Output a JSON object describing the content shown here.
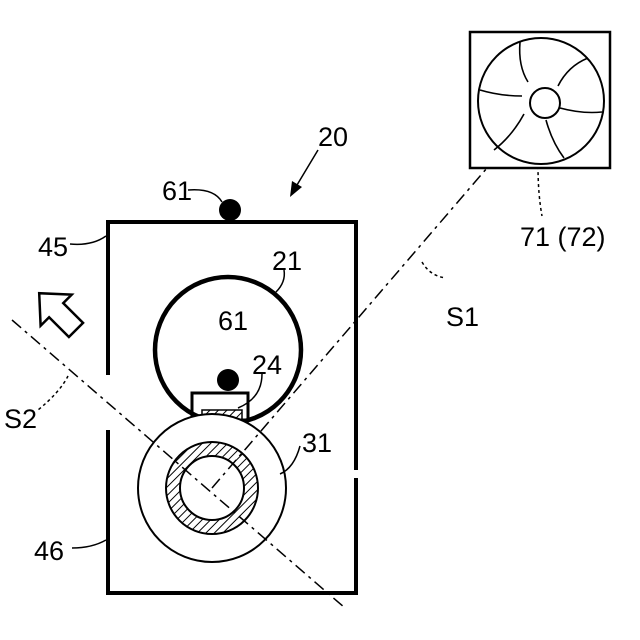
{
  "labels": {
    "assembly": "20",
    "sensor_top": "61",
    "sensor_inner": "61",
    "upper_roller": "21",
    "heater": "24",
    "lower_roller": "31",
    "upper_wall": "45",
    "lower_wall": "46",
    "fan": "71 (72)",
    "line_s1": "S1",
    "line_s2": "S2"
  },
  "colors": {
    "ink": "#000000",
    "paper": "#ffffff"
  },
  "icons": {
    "fan": "fan-icon",
    "airflow": "airflow-arrow-icon"
  }
}
